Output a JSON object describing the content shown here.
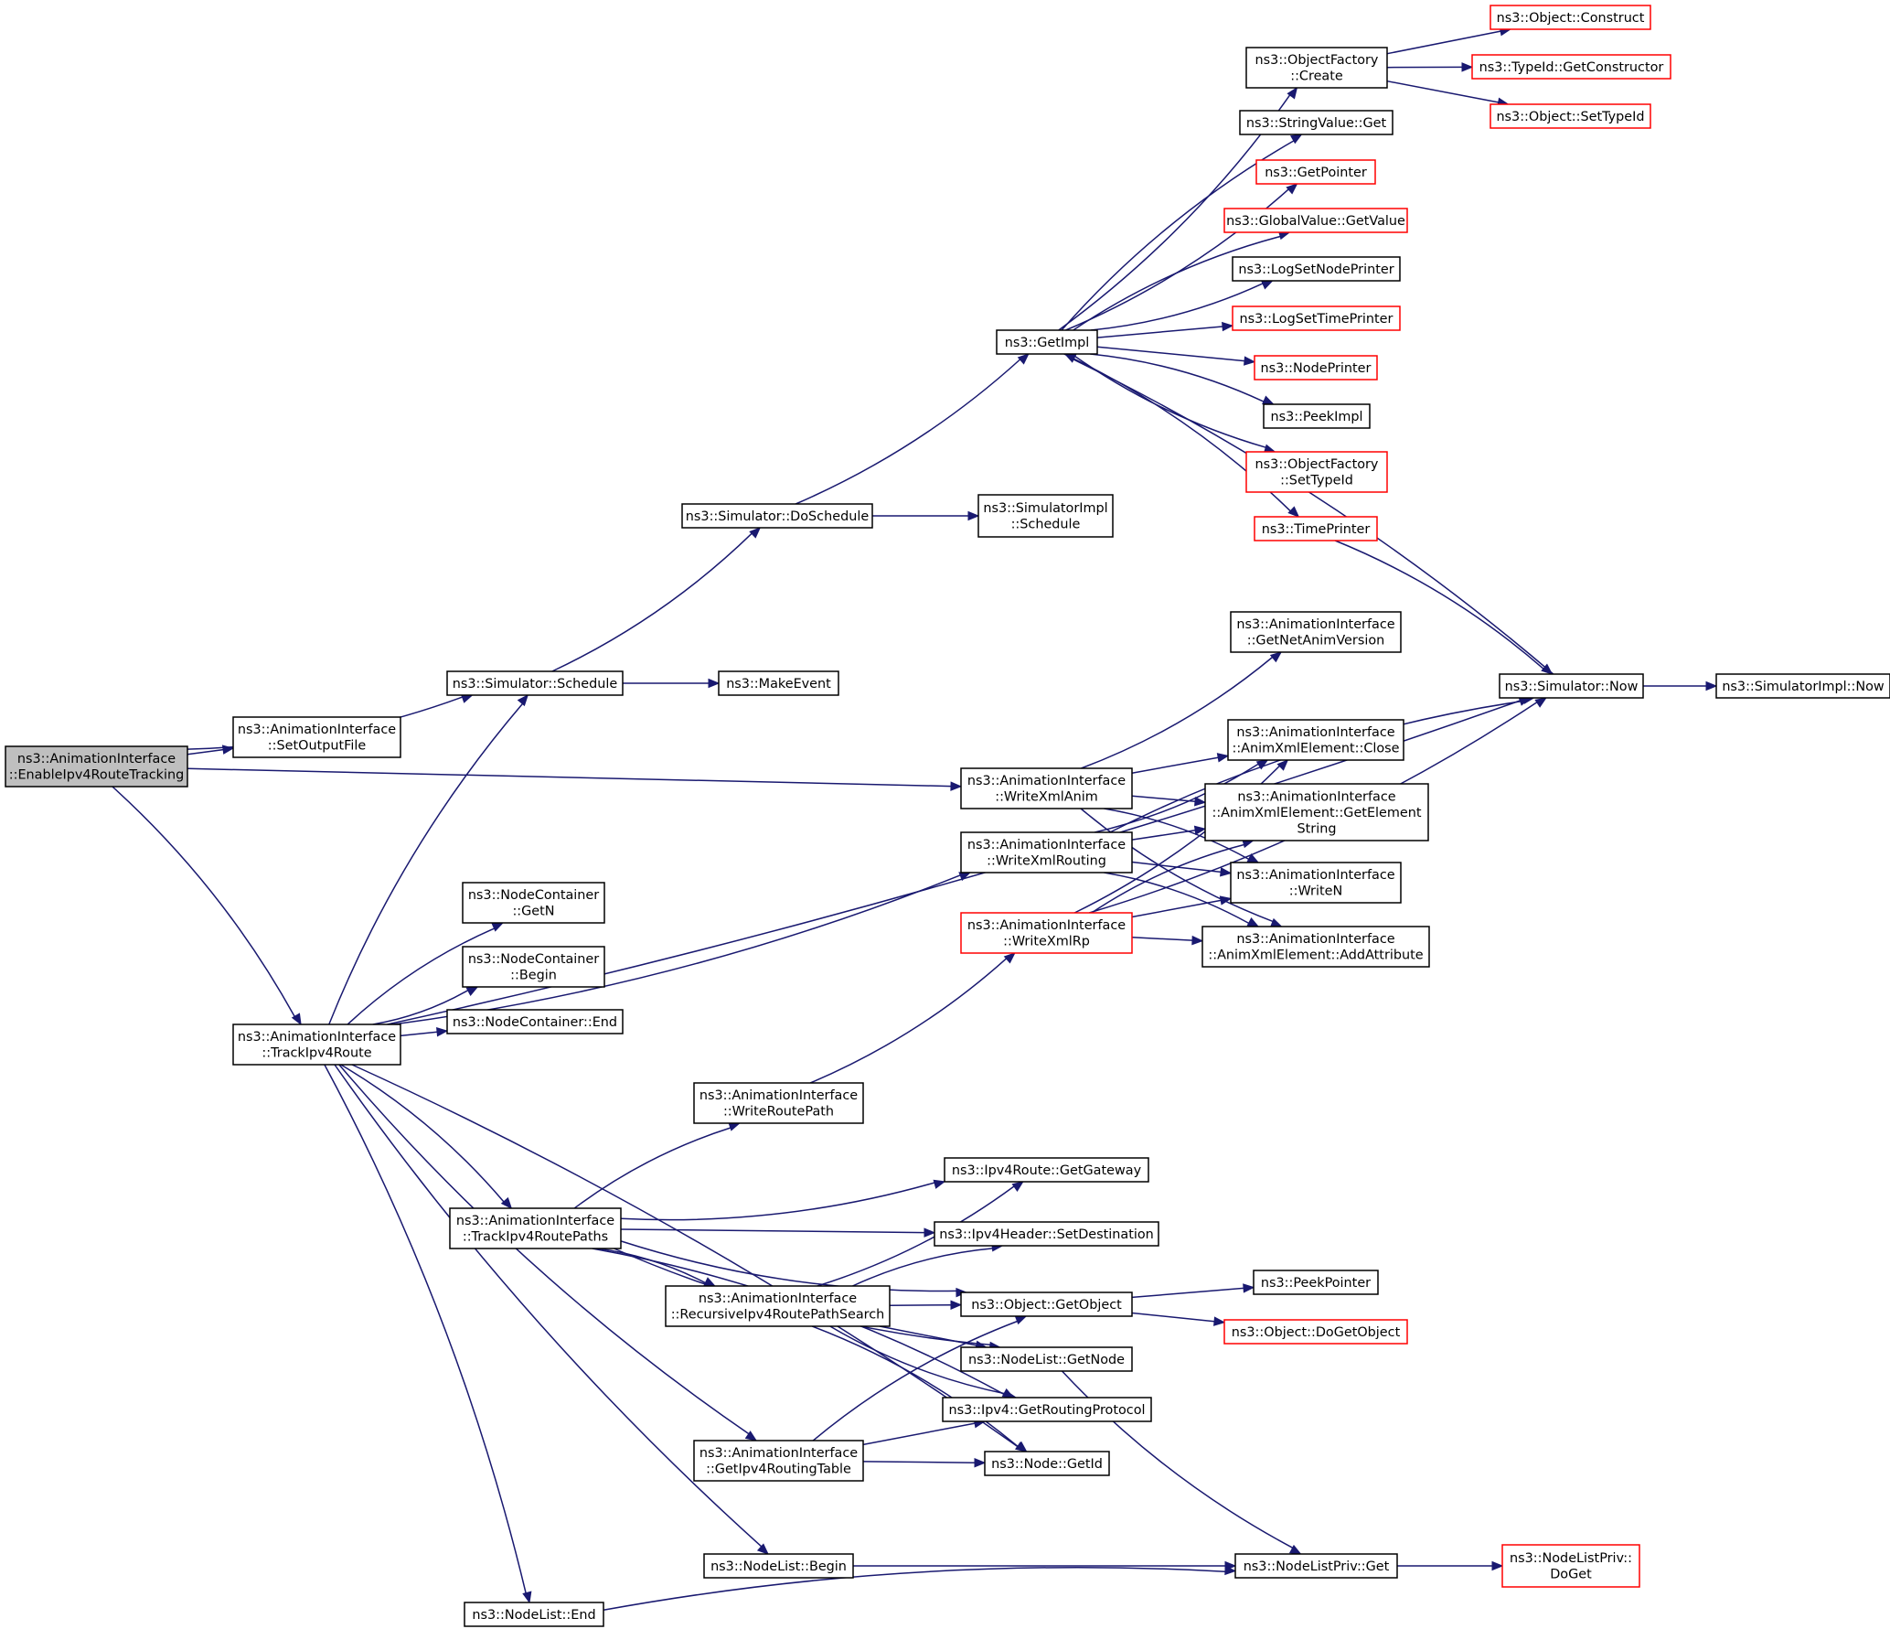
{
  "colors": {
    "edge": "#191970",
    "node_border": "#000000",
    "node_border_undocumented": "#ff0000",
    "root_fill": "#bfbfbf",
    "node_fill": "#ffffff"
  },
  "nodes": [
    {
      "id": "root",
      "lines": [
        "ns3::AnimationInterface",
        "::EnableIpv4RouteTracking"
      ],
      "style": "root"
    },
    {
      "id": "setoutputfile",
      "lines": [
        "ns3::AnimationInterface",
        "::SetOutputFile"
      ],
      "style": "normal"
    },
    {
      "id": "schedule",
      "lines": [
        "ns3::Simulator::Schedule"
      ],
      "style": "normal"
    },
    {
      "id": "makeevent",
      "lines": [
        "ns3::MakeEvent"
      ],
      "style": "normal"
    },
    {
      "id": "doschedule",
      "lines": [
        "ns3::Simulator::DoSchedule"
      ],
      "style": "normal"
    },
    {
      "id": "simimplschedule",
      "lines": [
        "ns3::SimulatorImpl",
        "::Schedule"
      ],
      "style": "normal"
    },
    {
      "id": "getimpl",
      "lines": [
        "ns3::GetImpl"
      ],
      "style": "normal"
    },
    {
      "id": "ofcreate",
      "lines": [
        "ns3::ObjectFactory",
        "::Create"
      ],
      "style": "normal"
    },
    {
      "id": "objconstruct",
      "lines": [
        "ns3::Object::Construct"
      ],
      "style": "red"
    },
    {
      "id": "getconstructor",
      "lines": [
        "ns3::TypeId::GetConstructor"
      ],
      "style": "red"
    },
    {
      "id": "objsettypeid",
      "lines": [
        "ns3::Object::SetTypeId"
      ],
      "style": "red"
    },
    {
      "id": "stringvalueget",
      "lines": [
        "ns3::StringValue::Get"
      ],
      "style": "normal"
    },
    {
      "id": "getpointer",
      "lines": [
        "ns3::GetPointer"
      ],
      "style": "red"
    },
    {
      "id": "globalvalue",
      "lines": [
        "ns3::GlobalValue::GetValue"
      ],
      "style": "red"
    },
    {
      "id": "lognodeprinter",
      "lines": [
        "ns3::LogSetNodePrinter"
      ],
      "style": "normal"
    },
    {
      "id": "logtimeprinter",
      "lines": [
        "ns3::LogSetTimePrinter"
      ],
      "style": "red"
    },
    {
      "id": "nodeprinter",
      "lines": [
        "ns3::NodePrinter"
      ],
      "style": "red"
    },
    {
      "id": "peekimpl",
      "lines": [
        "ns3::PeekImpl"
      ],
      "style": "normal"
    },
    {
      "id": "ofsettypeid",
      "lines": [
        "ns3::ObjectFactory",
        "::SetTypeId"
      ],
      "style": "red"
    },
    {
      "id": "timeprinter",
      "lines": [
        "ns3::TimePrinter"
      ],
      "style": "red"
    },
    {
      "id": "simnow",
      "lines": [
        "ns3::Simulator::Now"
      ],
      "style": "normal"
    },
    {
      "id": "simimplnow",
      "lines": [
        "ns3::SimulatorImpl::Now"
      ],
      "style": "normal"
    },
    {
      "id": "getnetanim",
      "lines": [
        "ns3::AnimationInterface",
        "::GetNetAnimVersion"
      ],
      "style": "normal"
    },
    {
      "id": "writexmlanim",
      "lines": [
        "ns3::AnimationInterface",
        "::WriteXmlAnim"
      ],
      "style": "normal"
    },
    {
      "id": "xmlclose",
      "lines": [
        "ns3::AnimationInterface",
        "::AnimXmlElement::Close"
      ],
      "style": "normal"
    },
    {
      "id": "xmlgetstring",
      "lines": [
        "ns3::AnimationInterface",
        "::AnimXmlElement::GetElement",
        "String"
      ],
      "style": "normal"
    },
    {
      "id": "writexmlrouting",
      "lines": [
        "ns3::AnimationInterface",
        "::WriteXmlRouting"
      ],
      "style": "normal"
    },
    {
      "id": "writen",
      "lines": [
        "ns3::AnimationInterface",
        "::WriteN"
      ],
      "style": "normal"
    },
    {
      "id": "writexmlrp",
      "lines": [
        "ns3::AnimationInterface",
        "::WriteXmlRp"
      ],
      "style": "red"
    },
    {
      "id": "addattribute",
      "lines": [
        "ns3::AnimationInterface",
        "::AnimXmlElement::AddAttribute"
      ],
      "style": "normal"
    },
    {
      "id": "ncgetn",
      "lines": [
        "ns3::NodeContainer",
        "::GetN"
      ],
      "style": "normal"
    },
    {
      "id": "ncbegin",
      "lines": [
        "ns3::NodeContainer",
        "::Begin"
      ],
      "style": "normal"
    },
    {
      "id": "ncend",
      "lines": [
        "ns3::NodeContainer::End"
      ],
      "style": "normal"
    },
    {
      "id": "trackipv4route",
      "lines": [
        "ns3::AnimationInterface",
        "::TrackIpv4Route"
      ],
      "style": "normal"
    },
    {
      "id": "writeroutepath",
      "lines": [
        "ns3::AnimationInterface",
        "::WriteRoutePath"
      ],
      "style": "normal"
    },
    {
      "id": "getgateway",
      "lines": [
        "ns3::Ipv4Route::GetGateway"
      ],
      "style": "normal"
    },
    {
      "id": "trackpaths",
      "lines": [
        "ns3::AnimationInterface",
        "::TrackIpv4RoutePaths"
      ],
      "style": "normal"
    },
    {
      "id": "setdestination",
      "lines": [
        "ns3::Ipv4Header::SetDestination"
      ],
      "style": "normal"
    },
    {
      "id": "recursive",
      "lines": [
        "ns3::AnimationInterface",
        "::RecursiveIpv4RoutePathSearch"
      ],
      "style": "normal"
    },
    {
      "id": "getobject",
      "lines": [
        "ns3::Object::GetObject"
      ],
      "style": "normal"
    },
    {
      "id": "peekpointer",
      "lines": [
        "ns3::PeekPointer"
      ],
      "style": "normal"
    },
    {
      "id": "dogetobject",
      "lines": [
        "ns3::Object::DoGetObject"
      ],
      "style": "red"
    },
    {
      "id": "nlgetnode",
      "lines": [
        "ns3::NodeList::GetNode"
      ],
      "style": "normal"
    },
    {
      "id": "getroutingprotocol",
      "lines": [
        "ns3::Ipv4::GetRoutingProtocol"
      ],
      "style": "normal"
    },
    {
      "id": "getroutingtable",
      "lines": [
        "ns3::AnimationInterface",
        "::GetIpv4RoutingTable"
      ],
      "style": "normal"
    },
    {
      "id": "nodegetid",
      "lines": [
        "ns3::Node::GetId"
      ],
      "style": "normal"
    },
    {
      "id": "nlbegin",
      "lines": [
        "ns3::NodeList::Begin"
      ],
      "style": "normal"
    },
    {
      "id": "nlend",
      "lines": [
        "ns3::NodeList::End"
      ],
      "style": "normal"
    },
    {
      "id": "nlprivget",
      "lines": [
        "ns3::NodeListPriv::Get"
      ],
      "style": "normal"
    },
    {
      "id": "nlprivdoget",
      "lines": [
        "ns3::NodeListPriv::",
        "DoGet"
      ],
      "style": "red"
    }
  ],
  "edges": [
    [
      "root",
      "schedule"
    ],
    [
      "root",
      "setoutputfile"
    ],
    [
      "root",
      "writexmlanim"
    ],
    [
      "root",
      "trackipv4route"
    ],
    [
      "schedule",
      "doschedule"
    ],
    [
      "schedule",
      "makeevent"
    ],
    [
      "doschedule",
      "getimpl"
    ],
    [
      "doschedule",
      "simimplschedule"
    ],
    [
      "getimpl",
      "ofcreate"
    ],
    [
      "getimpl",
      "stringvalueget"
    ],
    [
      "getimpl",
      "getpointer"
    ],
    [
      "getimpl",
      "globalvalue"
    ],
    [
      "getimpl",
      "lognodeprinter"
    ],
    [
      "getimpl",
      "logtimeprinter"
    ],
    [
      "getimpl",
      "nodeprinter"
    ],
    [
      "getimpl",
      "peekimpl"
    ],
    [
      "getimpl",
      "ofsettypeid"
    ],
    [
      "getimpl",
      "timeprinter"
    ],
    [
      "ofcreate",
      "objconstruct"
    ],
    [
      "ofcreate",
      "getconstructor"
    ],
    [
      "ofcreate",
      "objsettypeid"
    ],
    [
      "timeprinter",
      "simnow"
    ],
    [
      "simnow",
      "getimpl"
    ],
    [
      "simnow",
      "simimplnow"
    ],
    [
      "writexmlanim",
      "getnetanim"
    ],
    [
      "writexmlanim",
      "xmlclose"
    ],
    [
      "writexmlanim",
      "xmlgetstring"
    ],
    [
      "writexmlanim",
      "writen"
    ],
    [
      "writexmlanim",
      "addattribute"
    ],
    [
      "writexmlrouting",
      "simnow"
    ],
    [
      "writexmlrouting",
      "xmlclose"
    ],
    [
      "writexmlrouting",
      "xmlgetstring"
    ],
    [
      "writexmlrouting",
      "writen"
    ],
    [
      "writexmlrouting",
      "addattribute"
    ],
    [
      "writexmlrp",
      "xmlclose"
    ],
    [
      "writexmlrp",
      "xmlgetstring"
    ],
    [
      "writexmlrp",
      "writen"
    ],
    [
      "writexmlrp",
      "addattribute"
    ],
    [
      "writexmlrp",
      "simnow"
    ],
    [
      "trackipv4route",
      "schedule"
    ],
    [
      "trackipv4route",
      "writexmlrouting"
    ],
    [
      "trackipv4route",
      "ncgetn"
    ],
    [
      "trackipv4route",
      "ncbegin"
    ],
    [
      "trackipv4route",
      "ncend"
    ],
    [
      "trackipv4route",
      "simnow"
    ],
    [
      "trackipv4route",
      "trackpaths"
    ],
    [
      "trackipv4route",
      "getroutingtable"
    ],
    [
      "trackipv4route",
      "nodegetid"
    ],
    [
      "trackipv4route",
      "nlbegin"
    ],
    [
      "trackipv4route",
      "nlend"
    ],
    [
      "writeroutepath",
      "writexmlrp"
    ],
    [
      "trackpaths",
      "writeroutepath"
    ],
    [
      "trackpaths",
      "getgateway"
    ],
    [
      "trackpaths",
      "setdestination"
    ],
    [
      "trackpaths",
      "getobject"
    ],
    [
      "trackpaths",
      "recursive"
    ],
    [
      "trackpaths",
      "nlgetnode"
    ],
    [
      "trackpaths",
      "getroutingprotocol"
    ],
    [
      "recursive",
      "getgateway"
    ],
    [
      "recursive",
      "setdestination"
    ],
    [
      "recursive",
      "getobject"
    ],
    [
      "recursive",
      "nlgetnode"
    ],
    [
      "recursive",
      "getroutingprotocol"
    ],
    [
      "recursive",
      "nodegetid"
    ],
    [
      "getobject",
      "peekpointer"
    ],
    [
      "getobject",
      "dogetobject"
    ],
    [
      "nlgetnode",
      "nlprivget"
    ],
    [
      "getroutingtable",
      "getobject"
    ],
    [
      "getroutingtable",
      "getroutingprotocol"
    ],
    [
      "getroutingtable",
      "nodegetid"
    ],
    [
      "nlbegin",
      "nlprivget"
    ],
    [
      "nlend",
      "nlprivget"
    ],
    [
      "nlprivget",
      "nlprivdoget"
    ]
  ]
}
